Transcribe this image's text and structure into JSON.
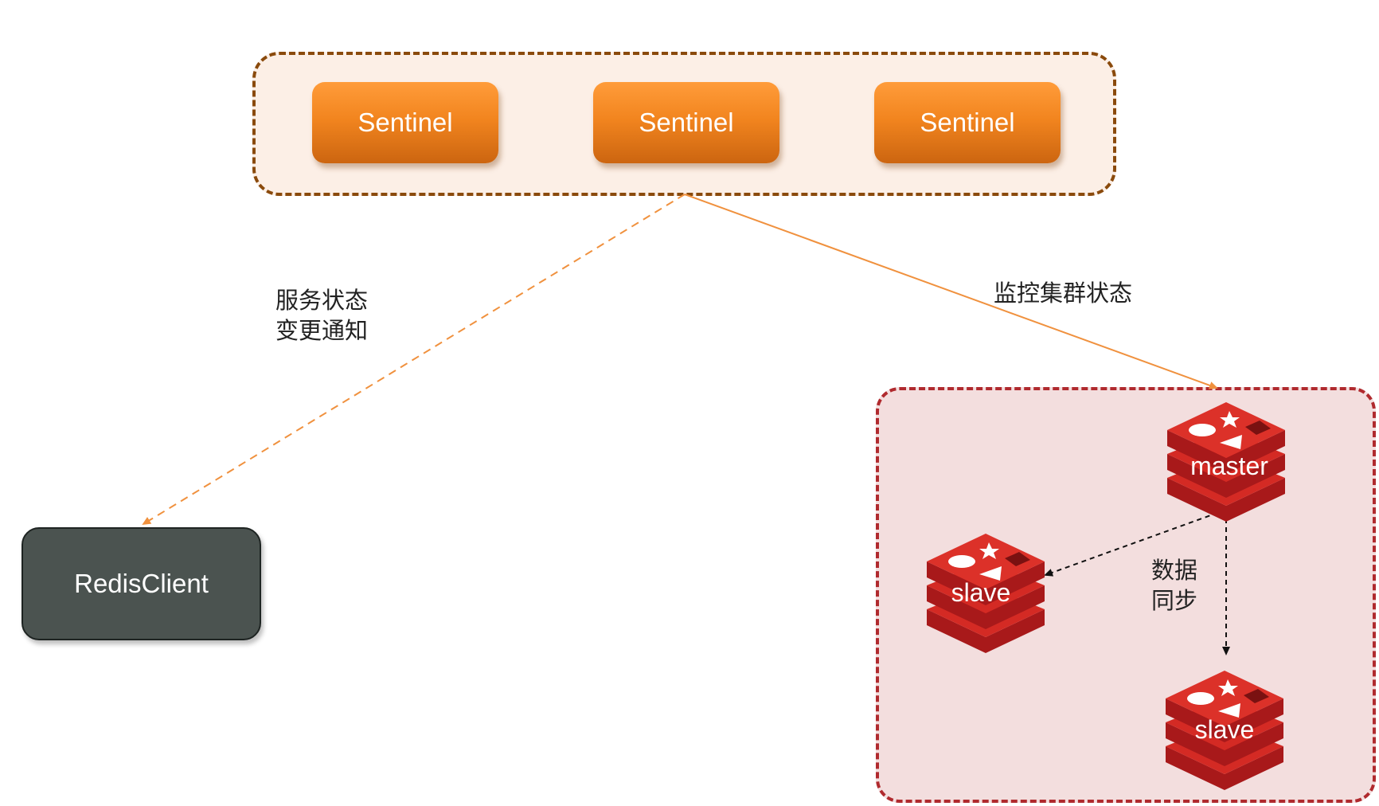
{
  "sentinels": [
    {
      "label": "Sentinel"
    },
    {
      "label": "Sentinel"
    },
    {
      "label": "Sentinel"
    }
  ],
  "client": {
    "label": "RedisClient"
  },
  "redis_nodes": {
    "master": {
      "label": "master"
    },
    "slave_left": {
      "label": "slave"
    },
    "slave_bottom": {
      "label": "slave"
    }
  },
  "edges": {
    "notify": {
      "line1": "服务状态",
      "line2": "变更通知"
    },
    "monitor": {
      "label": "监控集群状态"
    },
    "sync": {
      "line1": "数据",
      "line2": "同步"
    }
  },
  "colors": {
    "sentinel_fill": "#f2851f",
    "sentinel_group_border": "#8a4a0c",
    "sentinel_group_fill": "#fcefe6",
    "cluster_border": "#b02a2e",
    "cluster_fill": "#f3dede",
    "client_fill": "#4b5350",
    "redis_red": "#d42a24",
    "arrow_orange": "#f0913e"
  }
}
